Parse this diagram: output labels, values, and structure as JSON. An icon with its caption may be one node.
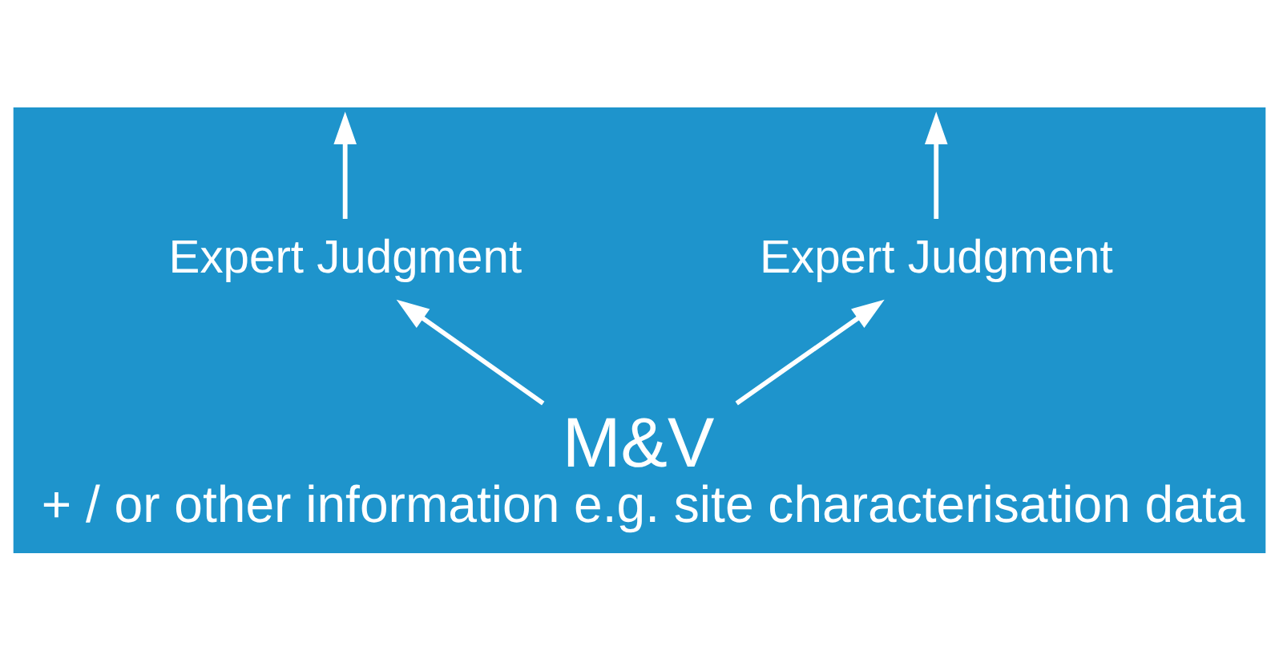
{
  "diagram": {
    "nodes": [
      {
        "text": [
          "M&V",
          "+ / or other information e.g. site characterisation data"
        ]
      },
      {
        "text": [
          "Expert Judgment"
        ]
      },
      {
        "text": [
          "Expert Judgment"
        ]
      }
    ],
    "edges": [
      {
        "from": 0,
        "to": 1,
        "arrow": "to"
      },
      {
        "from": 1,
        "to": null,
        "arrow": "to"
      },
      {
        "from": 0,
        "to": 2,
        "arrow": "to"
      },
      {
        "from": 2,
        "to": null,
        "arrow": "to"
      }
    ]
  }
}
